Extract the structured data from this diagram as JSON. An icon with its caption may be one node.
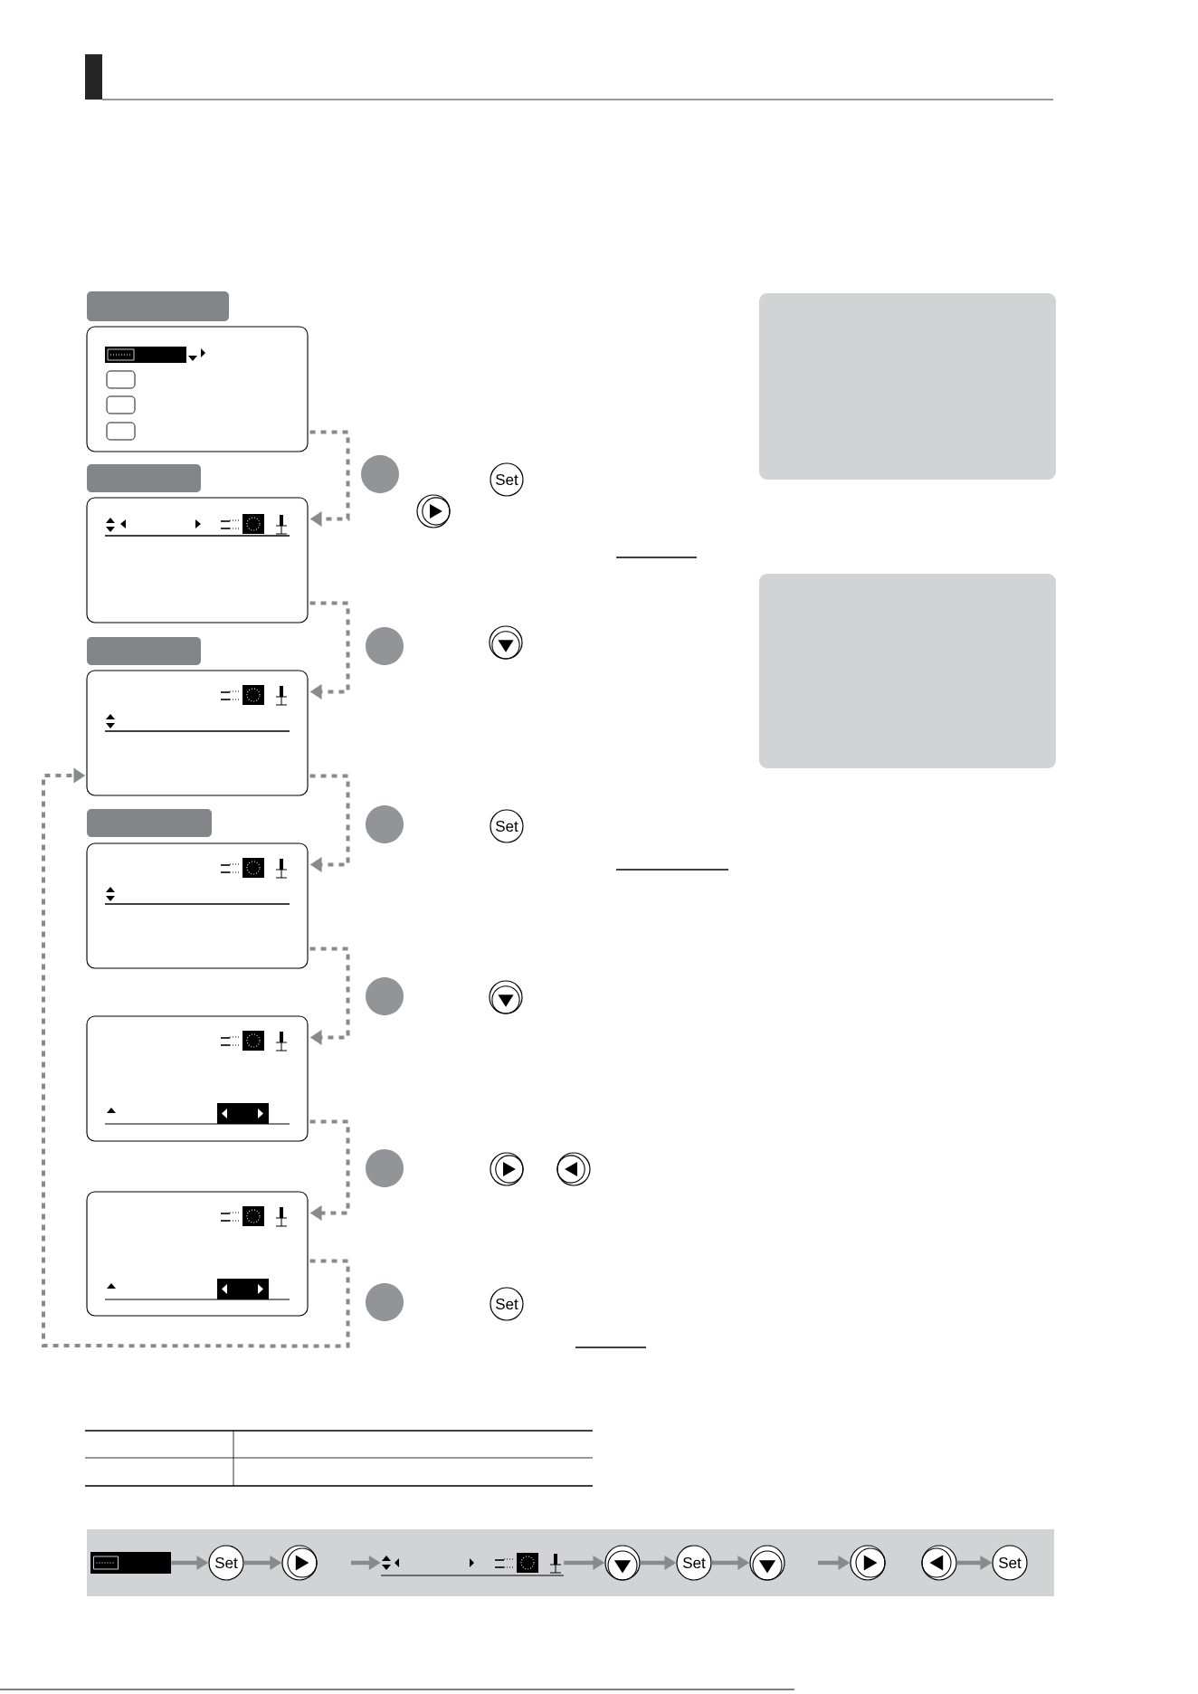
{
  "diagram": {
    "nodes": [
      {
        "text": [],
        "shape": "bar"
      },
      {
        "text": [],
        "shape": "box"
      },
      {
        "text": [],
        "shape": "bar"
      },
      {
        "text": [],
        "shape": "box"
      },
      {
        "text": [],
        "shape": "bar"
      },
      {
        "text": [],
        "shape": "box"
      },
      {
        "text": [],
        "shape": "bar"
      },
      {
        "text": [],
        "shape": "box"
      },
      {
        "text": [],
        "shape": "box"
      },
      {
        "text": [],
        "shape": "box"
      },
      {
        "text": [],
        "shape": "circle"
      },
      {
        "text": [
          "Set"
        ]
      },
      {
        "text": [],
        "shape": "circle"
      },
      {
        "text": [],
        "shape": "circle"
      },
      {
        "text": [],
        "shape": "circle"
      },
      {
        "text": [],
        "shape": "circle"
      },
      {
        "text": [
          "Set"
        ]
      },
      {
        "text": [],
        "shape": "circle"
      },
      {
        "text": [],
        "shape": "circle"
      },
      {
        "text": [],
        "shape": "circle"
      },
      {
        "text": [],
        "shape": "circle"
      },
      {
        "text": [],
        "shape": "circle"
      },
      {
        "text": [],
        "shape": "circle"
      },
      {
        "text": [
          "Set"
        ]
      },
      {
        "text": [],
        "shape": "box"
      },
      {
        "text": [],
        "shape": "box"
      },
      {
        "text": [],
        "shape": "box"
      },
      {
        "text": [
          "Set"
        ]
      },
      {
        "text": [],
        "shape": "circle"
      },
      {
        "text": [],
        "shape": "picture"
      },
      {
        "text": [],
        "shape": "circle"
      },
      {
        "text": [
          "Set"
        ]
      },
      {
        "text": [],
        "shape": "circle"
      },
      {
        "text": [],
        "shape": "circle"
      },
      {
        "text": [],
        "shape": "circle"
      },
      {
        "text": [
          "Set"
        ]
      }
    ],
    "edges": [
      {
        "from": 1,
        "to": 3,
        "arrow": "to",
        "style": "dashed"
      },
      {
        "from": 3,
        "to": 5,
        "arrow": "to",
        "style": "dashed"
      },
      {
        "from": 5,
        "to": 7,
        "arrow": "to",
        "style": "dashed"
      },
      {
        "from": 7,
        "to": 8,
        "arrow": "to",
        "style": "dashed"
      },
      {
        "from": 8,
        "to": 9,
        "arrow": "to",
        "style": "dashed"
      },
      {
        "from": 9,
        "to": 5,
        "arrow": "to",
        "style": "dashed"
      },
      {
        "from": 26,
        "to": 27,
        "arrow": "to"
      },
      {
        "from": 27,
        "to": 28,
        "arrow": "to"
      },
      {
        "from": null,
        "to": 29,
        "arrow": "to"
      },
      {
        "from": 29,
        "to": 30,
        "arrow": "to"
      },
      {
        "from": 30,
        "to": 31,
        "arrow": "to"
      },
      {
        "from": 31,
        "to": 32,
        "arrow": "to"
      },
      {
        "from": null,
        "to": 33,
        "arrow": "to"
      },
      {
        "from": 34,
        "to": 35,
        "arrow": "to"
      }
    ]
  }
}
